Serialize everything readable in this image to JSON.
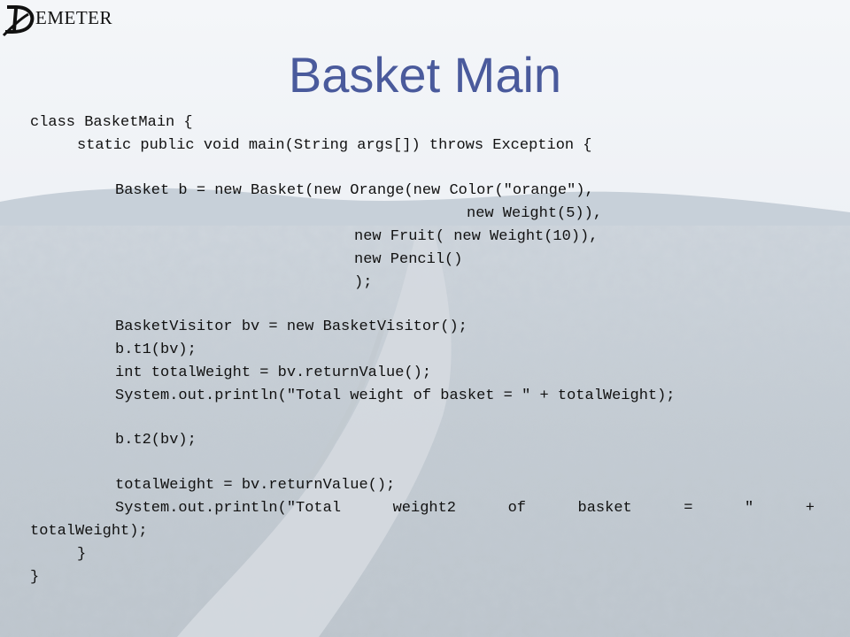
{
  "logo": {
    "text": "EMETER",
    "mark": "D-mark-icon"
  },
  "title": "Basket Main",
  "code": {
    "l1": "class BasketMain {",
    "l2": "static public void main(String args[]) throws Exception {",
    "l3": "Basket b = new Basket(new Orange(new Color(\"orange\"),",
    "l4": "new Weight(5)),",
    "l5": "new Fruit( new Weight(10)),",
    "l6": "new Pencil()",
    "l7": ");",
    "l8": "BasketVisitor bv = new BasketVisitor();",
    "l9": "b.t1(bv);",
    "l10": "int totalWeight = bv.returnValue();",
    "l11": "System.out.println(\"Total weight of basket = \" + totalWeight);",
    "l12": "b.t2(bv);",
    "l13": "totalWeight = bv.returnValue();",
    "l14_words": [
      "System.out.println(\"Total",
      "weight2",
      "of",
      "basket",
      "=",
      "\"",
      "+"
    ],
    "l15": "totalWeight);",
    "l16": "}",
    "l17": "}"
  }
}
